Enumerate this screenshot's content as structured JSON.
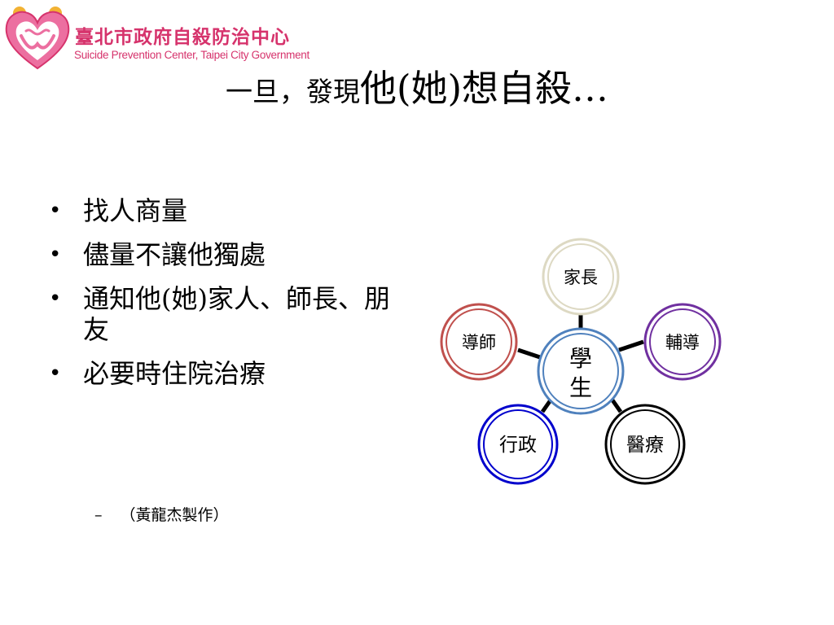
{
  "logo": {
    "name_zh": "臺北市政府自殺防治中心",
    "name_en": "Suicide Prevention Center, Taipei City Government"
  },
  "title": {
    "part1": "一旦，發現",
    "part2": "他(她)想自殺…"
  },
  "bullets": [
    "找人商量",
    "儘量不讓他獨處",
    "通知他(她)家人、師長、朋友",
    "必要時住院治療"
  ],
  "sub_dash": "–",
  "sub_text": "（黃龍杰製作）",
  "diagram": {
    "center": {
      "line1": "學",
      "line2": "生",
      "color": "#4f81bd"
    },
    "nodes": [
      {
        "key": "family",
        "label": "家長",
        "color": "#ddd9c3"
      },
      {
        "key": "counsel",
        "label": "輔導",
        "color": "#7030a0"
      },
      {
        "key": "medical",
        "label": "醫療",
        "color": "#000000"
      },
      {
        "key": "admin",
        "label": "行政",
        "color": "#0000cc"
      },
      {
        "key": "mentor",
        "label": "導師",
        "color": "#c0504d"
      }
    ]
  },
  "colors": {
    "brand": "#d6336c"
  }
}
